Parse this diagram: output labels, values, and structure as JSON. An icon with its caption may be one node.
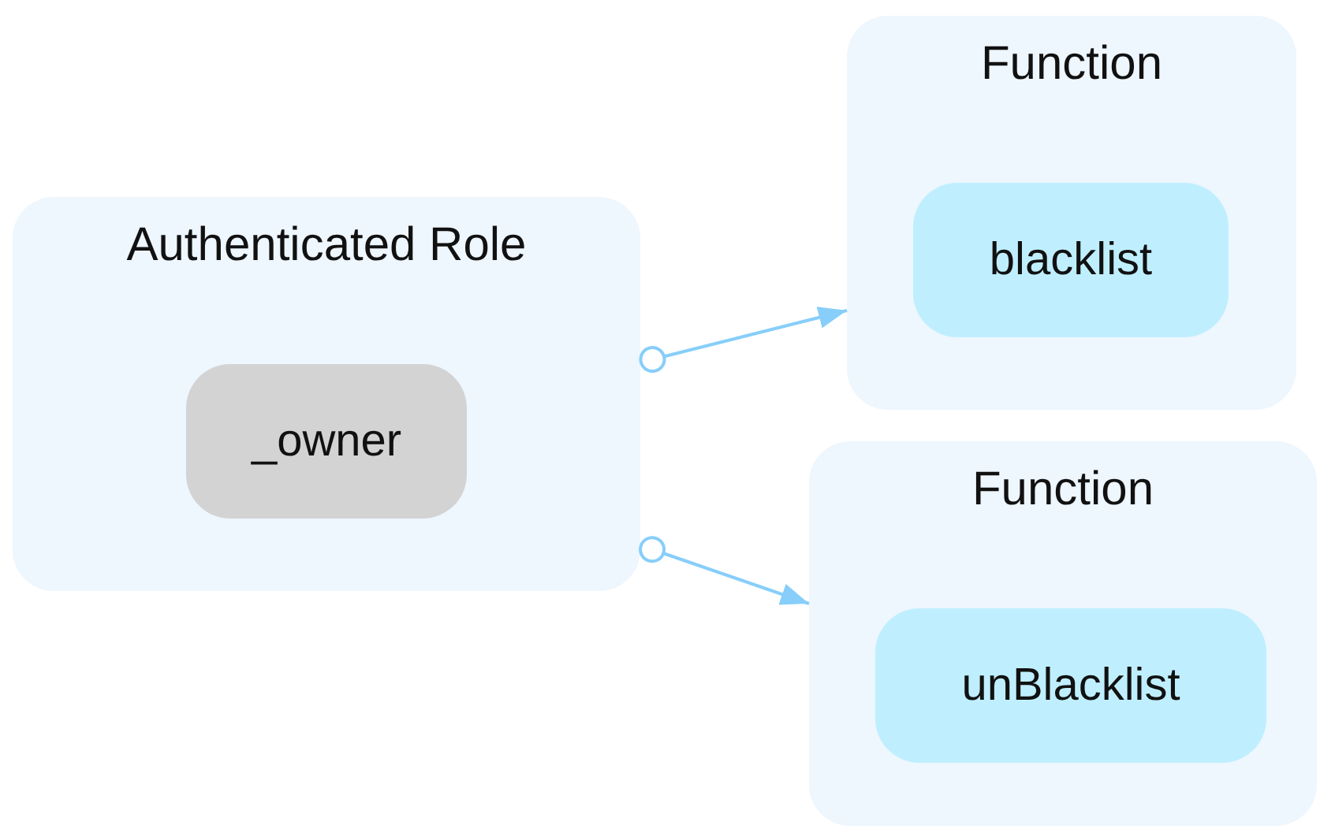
{
  "diagram": {
    "nodes": [
      {
        "text": [
          "Authenticated Role"
        ]
      },
      {
        "text": [
          "_owner"
        ],
        "in": 0
      },
      {
        "text": [
          "Function"
        ]
      },
      {
        "text": [
          "blacklist"
        ],
        "in": 2
      },
      {
        "text": [
          "Function"
        ]
      },
      {
        "text": [
          "unBlacklist"
        ],
        "in": 4
      }
    ],
    "edges": [
      {
        "from": 0,
        "to": 2,
        "arrow": "to"
      },
      {
        "from": 0,
        "to": 4,
        "arrow": "to"
      }
    ]
  }
}
